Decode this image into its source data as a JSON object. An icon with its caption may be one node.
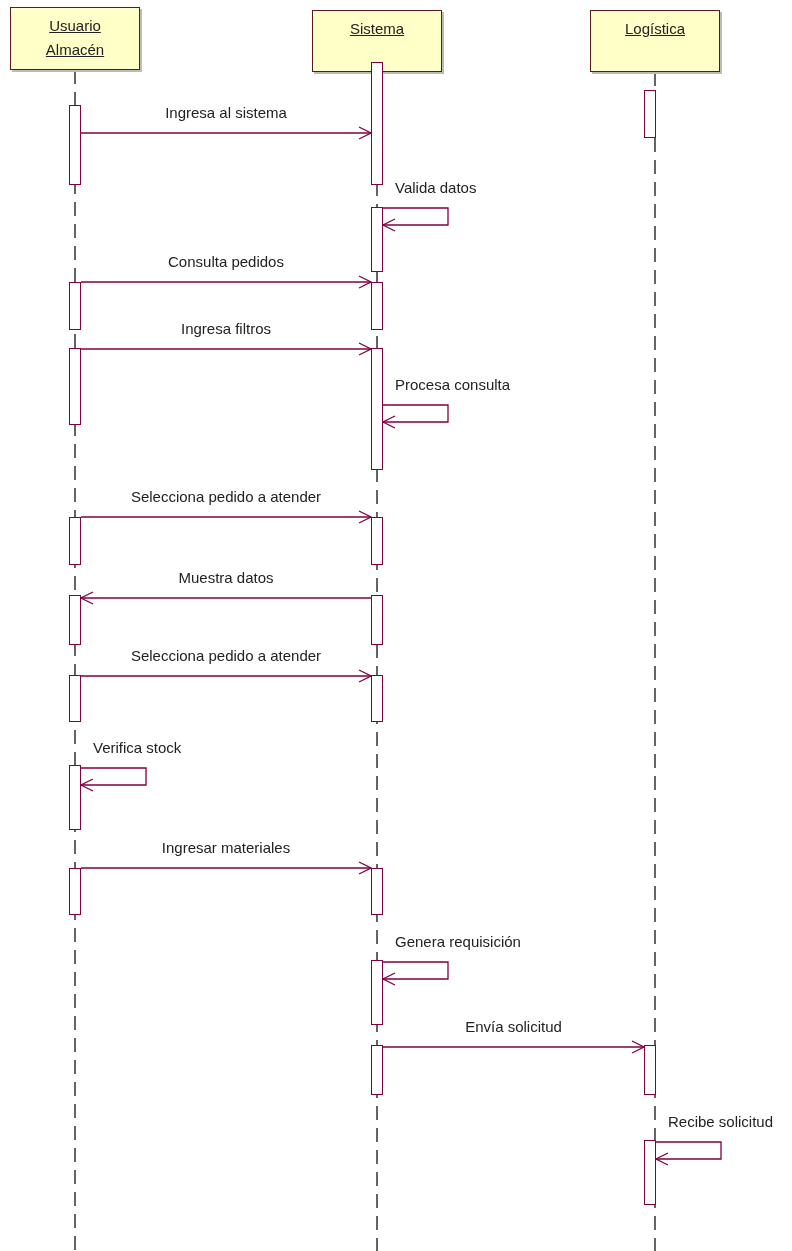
{
  "diagram": {
    "nodes": [
      {
        "text": [
          "Usuario Almacén"
        ]
      },
      {
        "text": [
          "Sistema"
        ]
      },
      {
        "text": [
          "Logística"
        ]
      },
      {
        "text": [],
        "shape": "bar"
      },
      {
        "text": [],
        "shape": "bar"
      },
      {
        "text": [],
        "shape": "bar"
      },
      {
        "text": [],
        "shape": "bar"
      },
      {
        "text": [],
        "shape": "bar"
      },
      {
        "text": [],
        "shape": "bar"
      },
      {
        "text": [],
        "shape": "bar"
      },
      {
        "text": [],
        "shape": "bar"
      },
      {
        "text": [],
        "shape": "bar"
      },
      {
        "text": [],
        "shape": "bar"
      },
      {
        "text": [],
        "shape": "bar"
      },
      {
        "text": [],
        "shape": "bar"
      },
      {
        "text": [],
        "shape": "bar"
      },
      {
        "text": [],
        "shape": "bar"
      },
      {
        "text": [],
        "shape": "bar"
      },
      {
        "text": [],
        "shape": "bar"
      },
      {
        "text": [],
        "shape": "bar"
      },
      {
        "text": [],
        "shape": "bar"
      },
      {
        "text": [],
        "shape": "bar"
      },
      {
        "text": [],
        "shape": "bar"
      },
      {
        "text": [],
        "shape": "bar"
      }
    ],
    "edges": [
      {
        "from": 5,
        "to": 3,
        "arrow": "to",
        "label": "Ingresa al sistema"
      },
      {
        "from": 6,
        "to": 6,
        "arrow": "to",
        "label": "Valida datos"
      },
      {
        "from": 7,
        "to": 8,
        "arrow": "to",
        "label": "Consulta pedidos"
      },
      {
        "from": 9,
        "to": 10,
        "arrow": "to",
        "label": "Ingresa filtros"
      },
      {
        "from": 10,
        "to": 10,
        "arrow": "to",
        "label": "Procesa consulta"
      },
      {
        "from": 11,
        "to": 12,
        "arrow": "to",
        "label": "Selecciona pedido a atender"
      },
      {
        "from": 14,
        "to": 13,
        "arrow": "to",
        "label": "Muestra datos"
      },
      {
        "from": 15,
        "to": 16,
        "arrow": "to",
        "label": "Selecciona pedido a atender"
      },
      {
        "from": 17,
        "to": 17,
        "arrow": "to",
        "label": "Verifica stock"
      },
      {
        "from": 18,
        "to": 19,
        "arrow": "to",
        "label": "Ingresar materiales"
      },
      {
        "from": 20,
        "to": 20,
        "arrow": "to",
        "label": "Genera requisición"
      },
      {
        "from": 21,
        "to": 22,
        "arrow": "to",
        "label": "Envía solicitud"
      },
      {
        "from": 23,
        "to": 23,
        "arrow": "to",
        "label": "Recibe solicitud"
      },
      {
        "from": 0,
        "to": null,
        "arrow": "none",
        "style": "dashed",
        "color": "#111111"
      },
      {
        "from": 1,
        "to": null,
        "arrow": "none",
        "style": "dashed",
        "color": "#111111"
      },
      {
        "from": 2,
        "to": null,
        "arrow": "none",
        "style": "dashed",
        "color": "#111111"
      }
    ]
  }
}
